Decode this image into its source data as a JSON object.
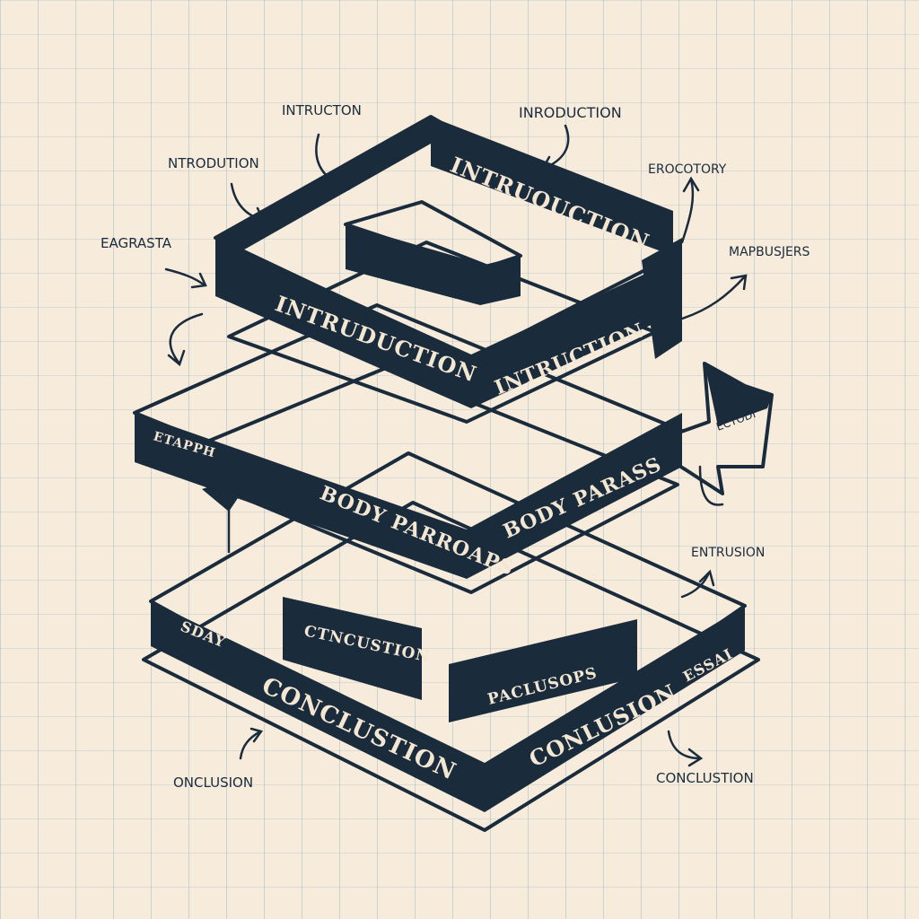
{
  "diagram": {
    "colors": {
      "ink": "#1a2b3c",
      "paper": "#f7ecdc",
      "grid": "#9bbcd1"
    },
    "top_layer": {
      "band_front_left": "INTRUDUCTION",
      "band_front_right": "INTRUCTION",
      "band_back": "INTRUOUCTION"
    },
    "middle_layer": {
      "band_front_left": "BODY PARROAPS",
      "band_front_right": "BODY PARASS",
      "band_left_end": "ETAPPH",
      "arrow_tag": "ECTODI"
    },
    "bottom_layer": {
      "band_front_left": "CONCLUSTION",
      "band_front_right": "CONLUSION",
      "band_left_end": "SDAY",
      "band_right_end": "ESSAI",
      "inner_block_left": "CTNCUSTION",
      "inner_block_right": "PACLUSOPS"
    },
    "annotations": {
      "top_center": "INTRUCTON",
      "top_right": "INRODUCTION",
      "left_upper": "NTRODUTION",
      "left_mid": "EAGRASTA",
      "right_upper": "EROCOTORY",
      "right_mid": "MAPBUSJERS",
      "right_lower": "ENTRUSION",
      "bottom_left": "ONCLUSION",
      "bottom_right": "CONCLUSTION"
    }
  }
}
